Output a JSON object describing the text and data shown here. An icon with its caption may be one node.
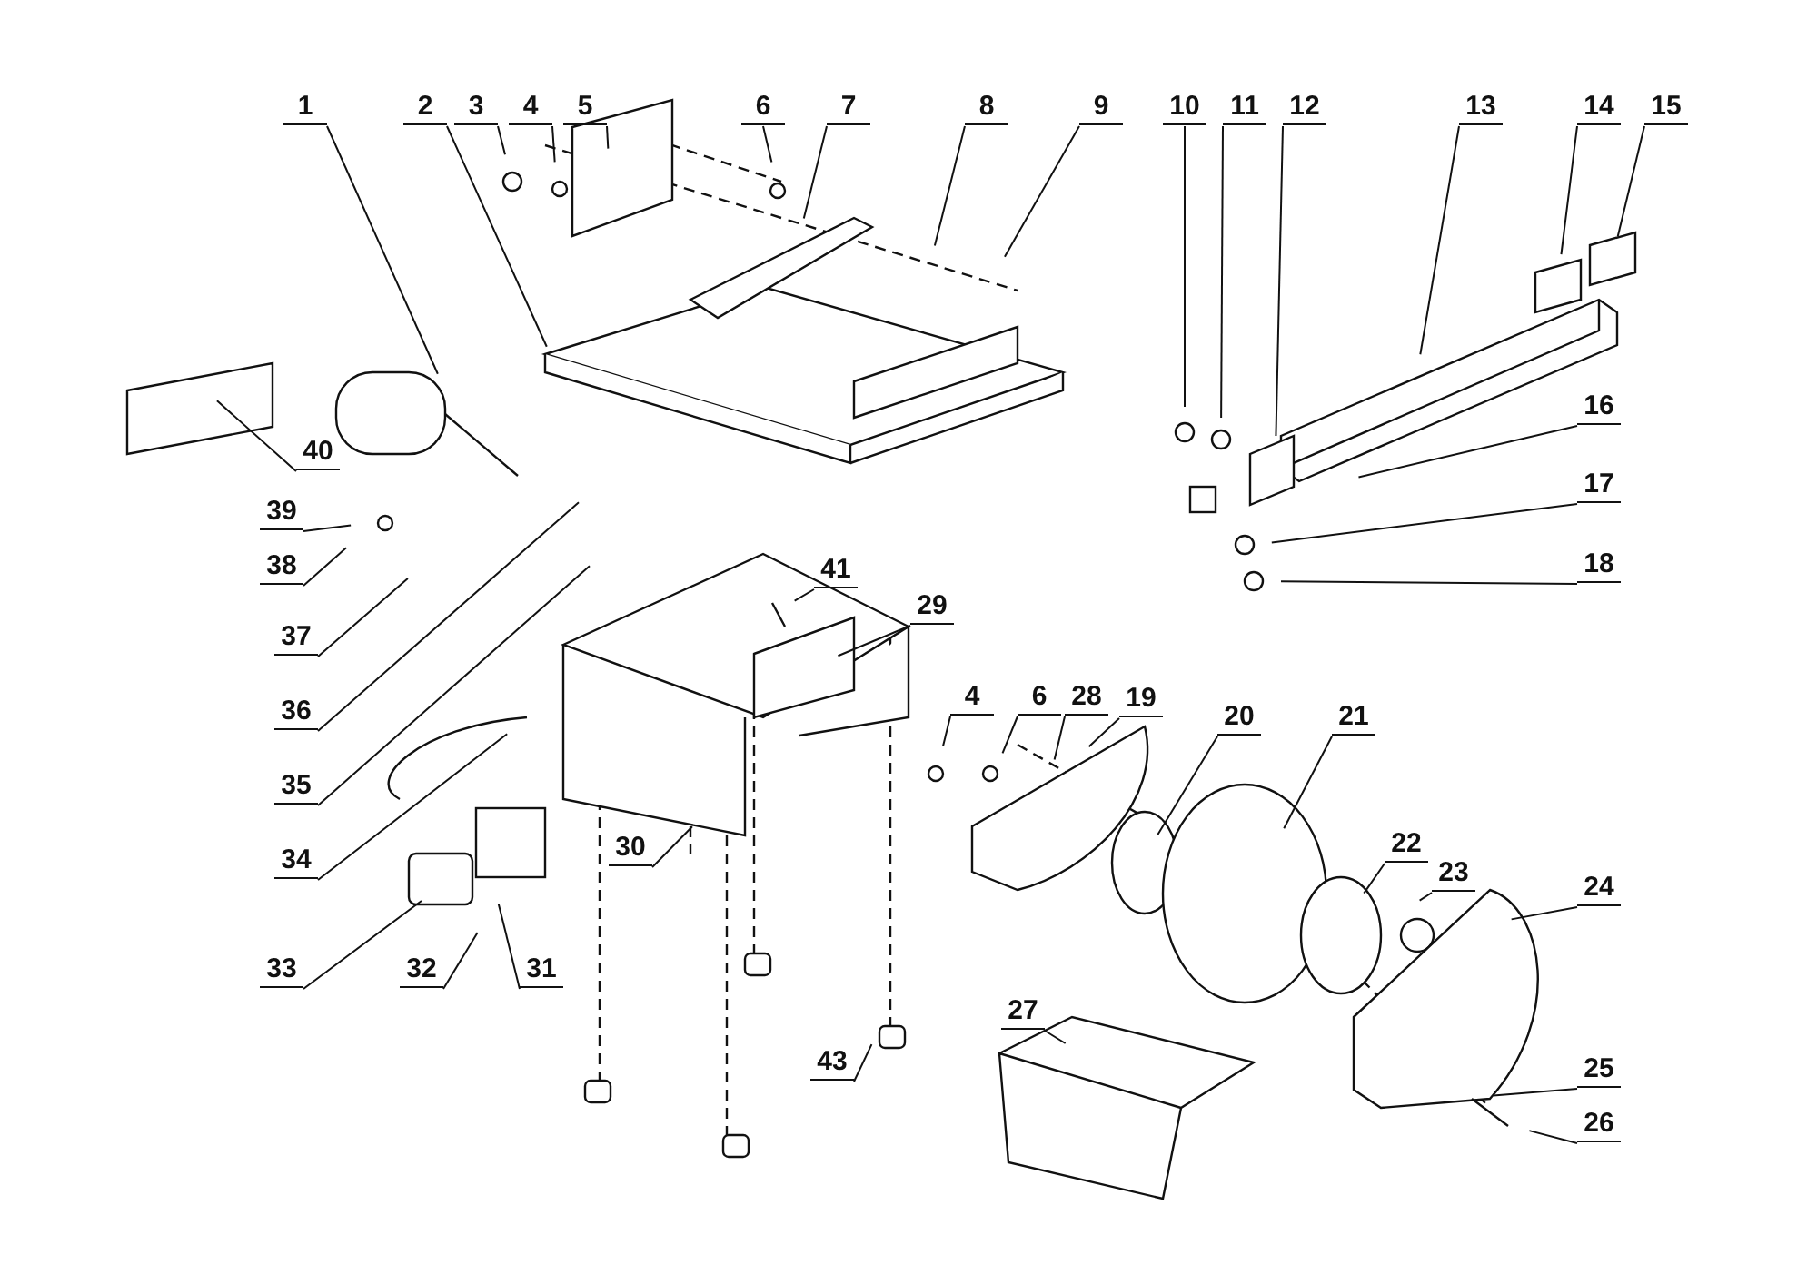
{
  "diagram": {
    "nodes": [
      {
        "text": [
          "1"
        ]
      },
      {
        "text": [
          "2"
        ]
      },
      {
        "text": [
          "3"
        ]
      },
      {
        "text": [
          "4"
        ]
      },
      {
        "text": [
          "5"
        ]
      },
      {
        "text": [
          "6"
        ]
      },
      {
        "text": [
          "7"
        ]
      },
      {
        "text": [
          "8"
        ]
      },
      {
        "text": [
          "9"
        ]
      },
      {
        "text": [
          "10"
        ]
      },
      {
        "text": [
          "11"
        ]
      },
      {
        "text": [
          "12"
        ]
      },
      {
        "text": [
          "13"
        ]
      },
      {
        "text": [
          "14"
        ]
      },
      {
        "text": [
          "15"
        ]
      },
      {
        "text": [
          "16"
        ]
      },
      {
        "text": [
          "17"
        ]
      },
      {
        "text": [
          "18"
        ]
      },
      {
        "text": [
          "40"
        ]
      },
      {
        "text": [
          "39"
        ]
      },
      {
        "text": [
          "38"
        ]
      },
      {
        "text": [
          "41"
        ]
      },
      {
        "text": [
          "37"
        ]
      },
      {
        "text": [
          "29"
        ]
      },
      {
        "text": [
          "4"
        ]
      },
      {
        "text": [
          "6"
        ]
      },
      {
        "text": [
          "28"
        ]
      },
      {
        "text": [
          "19"
        ]
      },
      {
        "text": [
          "20"
        ]
      },
      {
        "text": [
          "21"
        ]
      },
      {
        "text": [
          "36"
        ]
      },
      {
        "text": [
          "35"
        ]
      },
      {
        "text": [
          "34"
        ]
      },
      {
        "text": [
          "30"
        ]
      },
      {
        "text": [
          "22"
        ]
      },
      {
        "text": [
          "23"
        ]
      },
      {
        "text": [
          "24"
        ]
      },
      {
        "text": [
          "33"
        ]
      },
      {
        "text": [
          "32"
        ]
      },
      {
        "text": [
          "31"
        ]
      },
      {
        "text": [
          "27"
        ]
      },
      {
        "text": [
          "43"
        ]
      },
      {
        "text": [
          "25"
        ]
      },
      {
        "text": [
          "26"
        ]
      }
    ],
    "edges": [
      {
        "from": 0,
        "to": null,
        "arrow": "none"
      },
      {
        "from": 1,
        "to": null,
        "arrow": "none"
      },
      {
        "from": 2,
        "to": null,
        "arrow": "none"
      },
      {
        "from": 3,
        "to": null,
        "arrow": "none"
      },
      {
        "from": 4,
        "to": null,
        "arrow": "none"
      },
      {
        "from": 5,
        "to": null,
        "arrow": "none"
      },
      {
        "from": 6,
        "to": null,
        "arrow": "none"
      },
      {
        "from": 7,
        "to": null,
        "arrow": "none"
      },
      {
        "from": 8,
        "to": null,
        "arrow": "none"
      },
      {
        "from": 9,
        "to": null,
        "arrow": "none"
      },
      {
        "from": 10,
        "to": null,
        "arrow": "none"
      },
      {
        "from": 11,
        "to": null,
        "arrow": "none"
      },
      {
        "from": 12,
        "to": null,
        "arrow": "none"
      },
      {
        "from": 13,
        "to": null,
        "arrow": "none"
      },
      {
        "from": 14,
        "to": null,
        "arrow": "none"
      },
      {
        "from": 15,
        "to": null,
        "arrow": "none"
      },
      {
        "from": 16,
        "to": null,
        "arrow": "none"
      },
      {
        "from": 17,
        "to": null,
        "arrow": "none"
      },
      {
        "from": 18,
        "to": null,
        "arrow": "none"
      },
      {
        "from": 19,
        "to": null,
        "arrow": "none"
      },
      {
        "from": 20,
        "to": null,
        "arrow": "none"
      },
      {
        "from": 21,
        "to": null,
        "arrow": "none"
      },
      {
        "from": 22,
        "to": null,
        "arrow": "none"
      },
      {
        "from": 23,
        "to": null,
        "arrow": "none"
      },
      {
        "from": 24,
        "to": null,
        "arrow": "none"
      },
      {
        "from": 25,
        "to": null,
        "arrow": "none"
      },
      {
        "from": 26,
        "to": null,
        "arrow": "none"
      },
      {
        "from": 27,
        "to": null,
        "arrow": "none"
      },
      {
        "from": 28,
        "to": null,
        "arrow": "none"
      },
      {
        "from": 29,
        "to": null,
        "arrow": "none"
      },
      {
        "from": 30,
        "to": null,
        "arrow": "none"
      },
      {
        "from": 31,
        "to": null,
        "arrow": "none"
      },
      {
        "from": 32,
        "to": null,
        "arrow": "none"
      },
      {
        "from": 33,
        "to": null,
        "arrow": "none"
      },
      {
        "from": 34,
        "to": null,
        "arrow": "none"
      },
      {
        "from": 35,
        "to": null,
        "arrow": "none"
      },
      {
        "from": 36,
        "to": null,
        "arrow": "none"
      },
      {
        "from": 37,
        "to": null,
        "arrow": "none"
      },
      {
        "from": 38,
        "to": null,
        "arrow": "none"
      },
      {
        "from": 39,
        "to": null,
        "arrow": "none"
      },
      {
        "from": 40,
        "to": null,
        "arrow": "none"
      },
      {
        "from": 41,
        "to": null,
        "arrow": "none"
      },
      {
        "from": 42,
        "to": null,
        "arrow": "none"
      },
      {
        "from": 43,
        "to": null,
        "arrow": "none"
      }
    ]
  }
}
